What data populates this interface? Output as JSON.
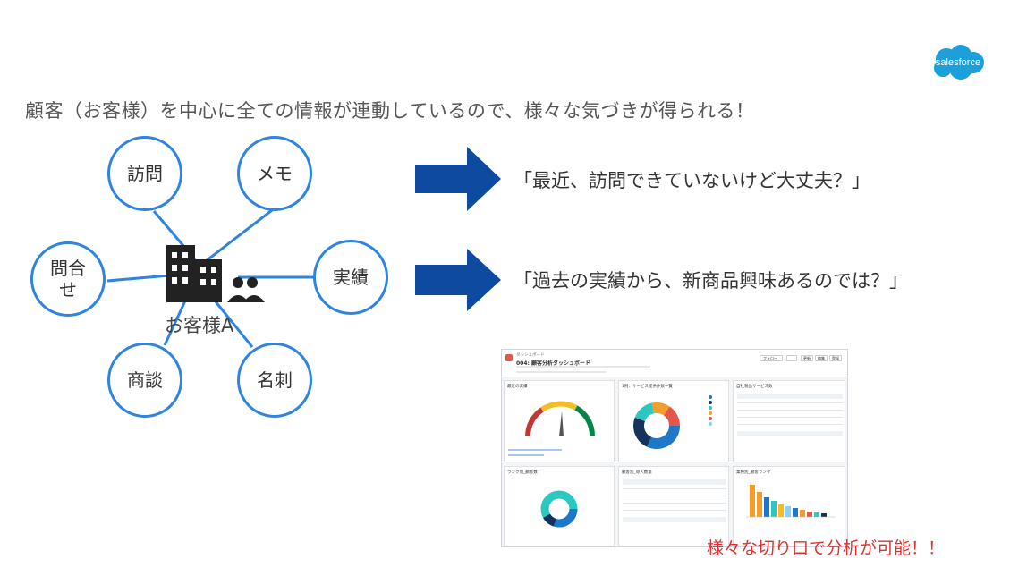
{
  "brand": {
    "logo_text": "salesforce",
    "color": "#1c9fdb"
  },
  "headline": "顧客（お客様）を中心に全ての情報が連動しているので、様々な気づきが得られる！",
  "diagram": {
    "center_label": "お客様A",
    "nodes": {
      "visit": "訪問",
      "memo": "メモ",
      "inquiry": "問合\nせ",
      "results": "実績",
      "negotiation": "商談",
      "business_card": "名刺"
    },
    "node_color": "#2f84e0"
  },
  "insights": [
    {
      "text": "「最近、訪問できていないけど大丈夫？」"
    },
    {
      "text": "「過去の実績から、新商品興味あるのでは？」"
    }
  ],
  "arrow_color": "#0d4aa0",
  "dashboard": {
    "breadcrumb": "ダッシュボード",
    "title": "004: 顧客分析ダッシュボード",
    "panels": [
      {
        "title": "最近の実績"
      },
      {
        "title": "1例：サービス提供件数一覧"
      },
      {
        "title": "自社製品サービス数"
      },
      {
        "title": "ランク別_顧客数"
      },
      {
        "title": "顧客別_導入数量"
      },
      {
        "title": "業種別_顧客ランク"
      }
    ],
    "buttons": {
      "follow": "フォロー",
      "refresh": "更新",
      "edit": "編集",
      "share": "登録"
    }
  },
  "caption": "様々な切り口で分析が可能！！"
}
